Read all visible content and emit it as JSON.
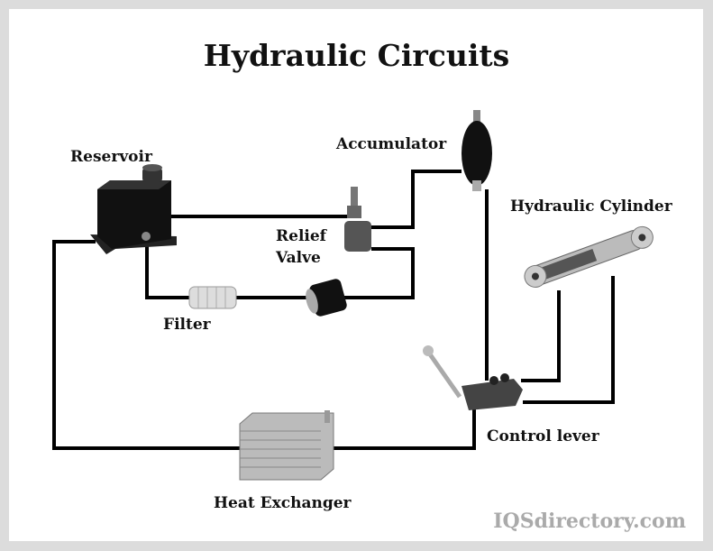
{
  "title": "Hydraulic Circuits",
  "labels": {
    "reservoir": "Reservoir",
    "accumulator": "Accumulator",
    "relief_valve_1": "Relief",
    "relief_valve_2": "Valve",
    "hydraulic_cylinder": "Hydraulic Cylinder",
    "filter": "Filter",
    "control_lever": "Control lever",
    "heat_exchanger": "Heat Exchanger"
  },
  "watermark": "IQSdirectory.com"
}
